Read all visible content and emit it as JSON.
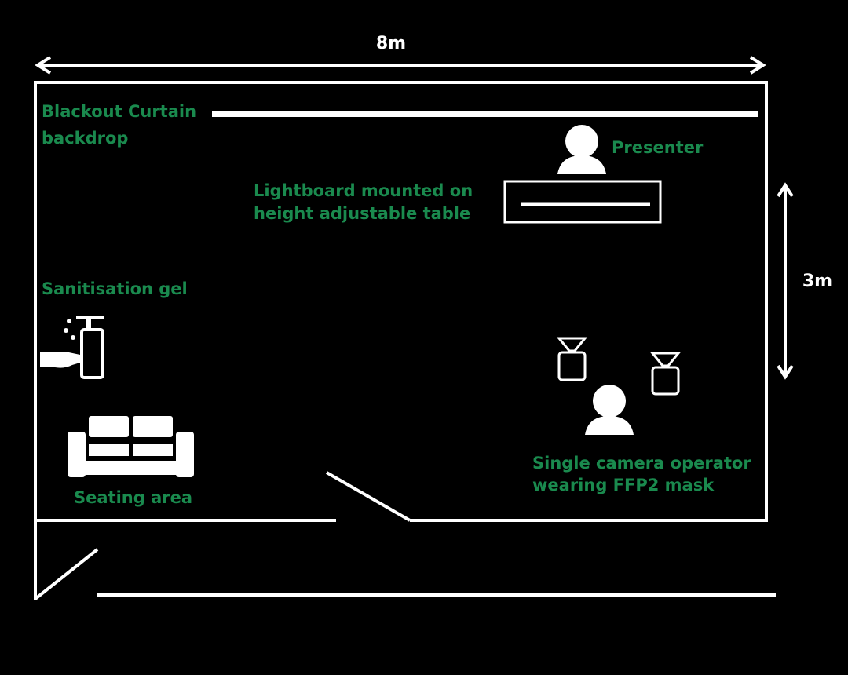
{
  "colors": {
    "background": "#000000",
    "lines": "#ffffff",
    "label_text": "#1a8a4e",
    "dimension_text": "#ffffff"
  },
  "dimensions": {
    "width": "8m",
    "depth": "3m"
  },
  "labels": {
    "curtain_line1": "Blackout Curtain",
    "curtain_line2": "backdrop",
    "presenter": "Presenter",
    "lightboard_line1": "Lightboard mounted on",
    "lightboard_line2": "height adjustable table",
    "sanitiser": "Sanitisation gel",
    "seating": "Seating area",
    "operator_line1": "Single camera operator",
    "operator_line2": "wearing FFP2 mask"
  },
  "icons": {
    "presenter": "person-icon",
    "lightboard": "lightboard-table-icon",
    "sanitiser": "sanitiser-pump-icon",
    "seating": "sofa-icon",
    "lights": "studio-light-icon",
    "operator": "person-icon"
  }
}
